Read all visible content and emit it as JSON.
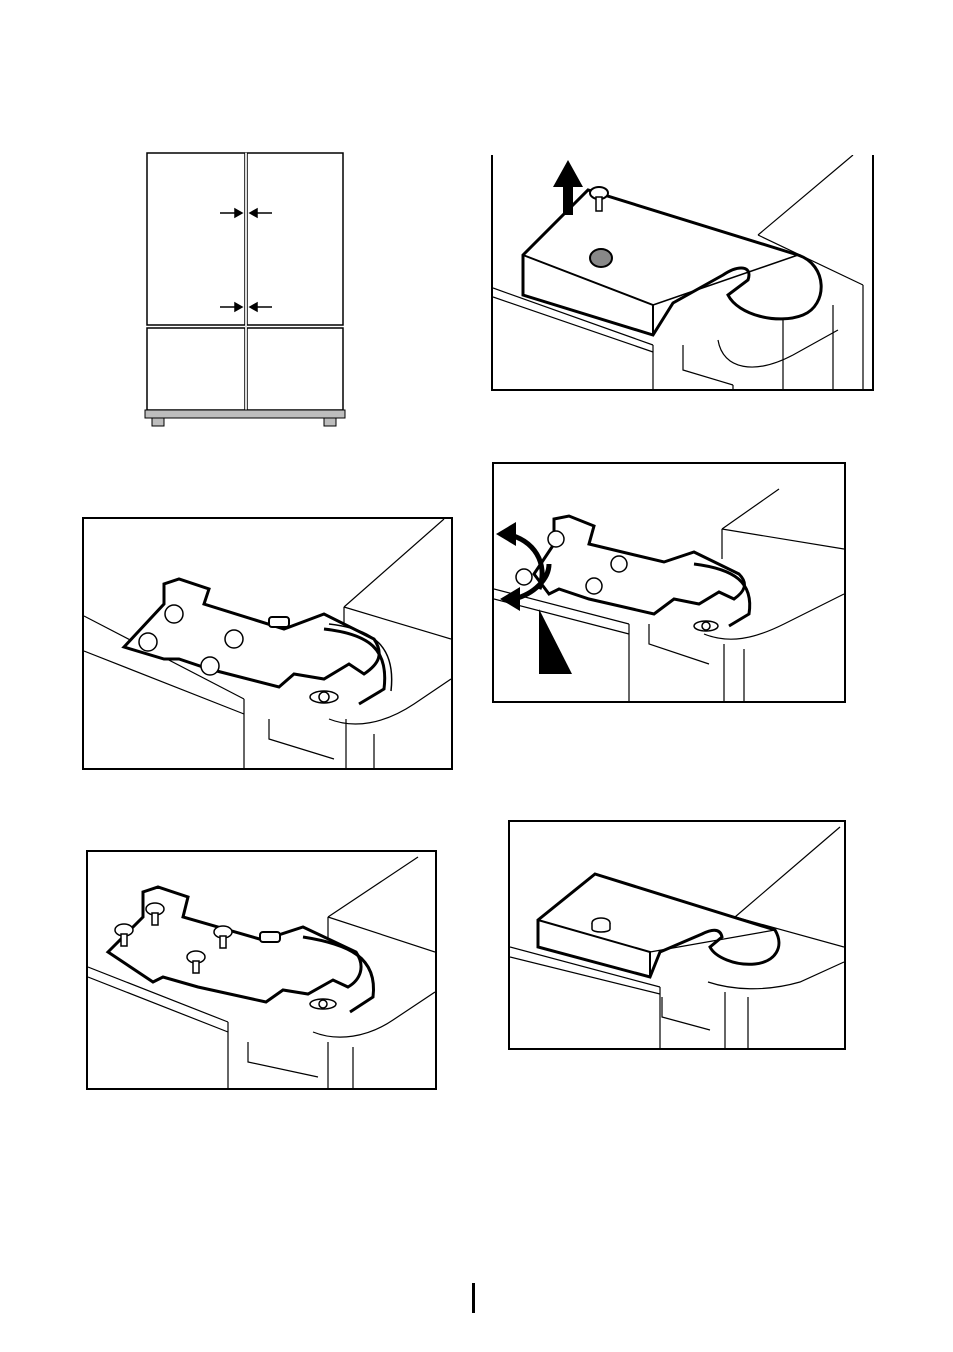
{
  "document": {
    "page_number": "",
    "figures": [
      {
        "id": "fridge-front"
      },
      {
        "id": "hinge-cover-remove"
      },
      {
        "id": "hinge-bracket-installed"
      },
      {
        "id": "hinge-adjust"
      },
      {
        "id": "hinge-bracket-screws"
      },
      {
        "id": "hinge-cover-refit"
      }
    ]
  },
  "colors": {
    "line": "#000000",
    "cabinet_fill": "#ffffff",
    "door_gap": "#dcdcdc",
    "base": "#bdbdbd"
  }
}
